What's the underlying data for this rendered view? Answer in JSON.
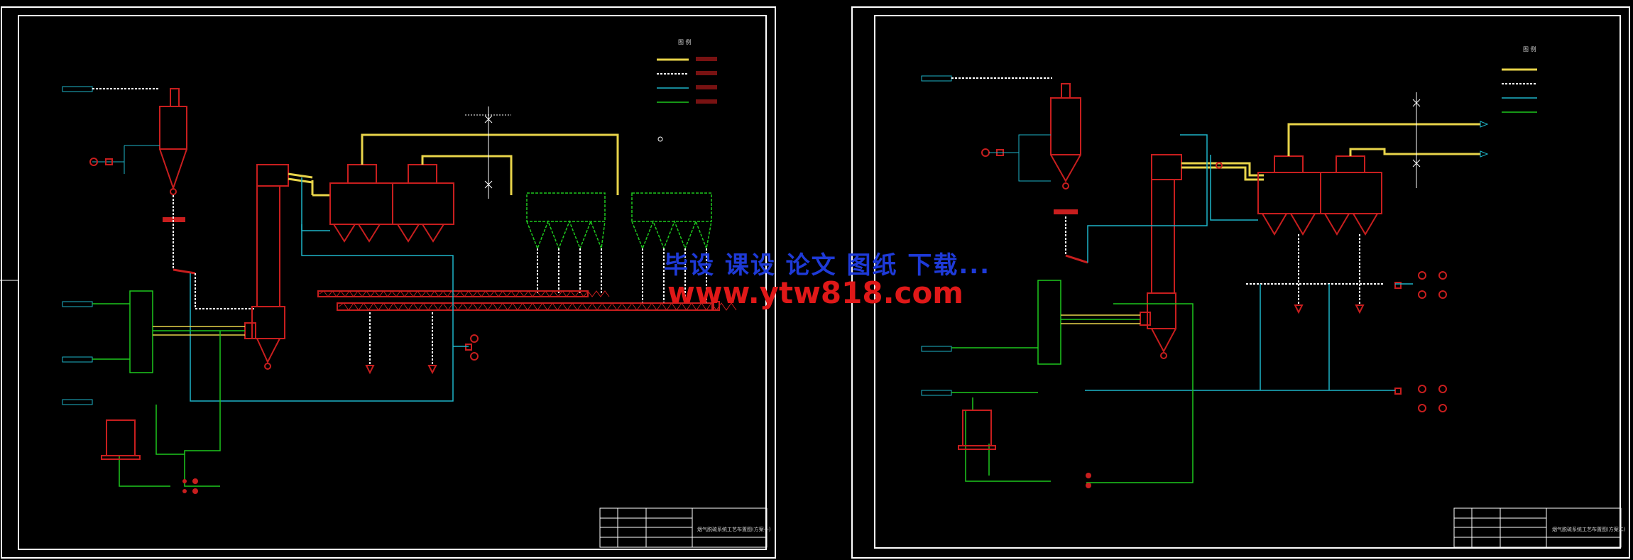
{
  "watermark": {
    "line1": "毕设 课设 论文 图纸 下载...",
    "line2": "www.ytw818.com"
  },
  "sheets": [
    {
      "legend_title": "图 例",
      "title_block": "烟气脱硫系统工艺布置图(方案一)"
    },
    {
      "legend_title": "图 例",
      "title_block": "烟气脱硫系统工艺布置图(方案二)"
    }
  ],
  "colors": {
    "background": "#000000",
    "frame": "#ffffff",
    "equipment": "#c81e1e",
    "gas_line": "#e8d44a",
    "water_line": "#1eb4c8",
    "green_line": "#1ec81e",
    "watermark_blue": "#1e3ad8",
    "watermark_red": "#e01818"
  }
}
